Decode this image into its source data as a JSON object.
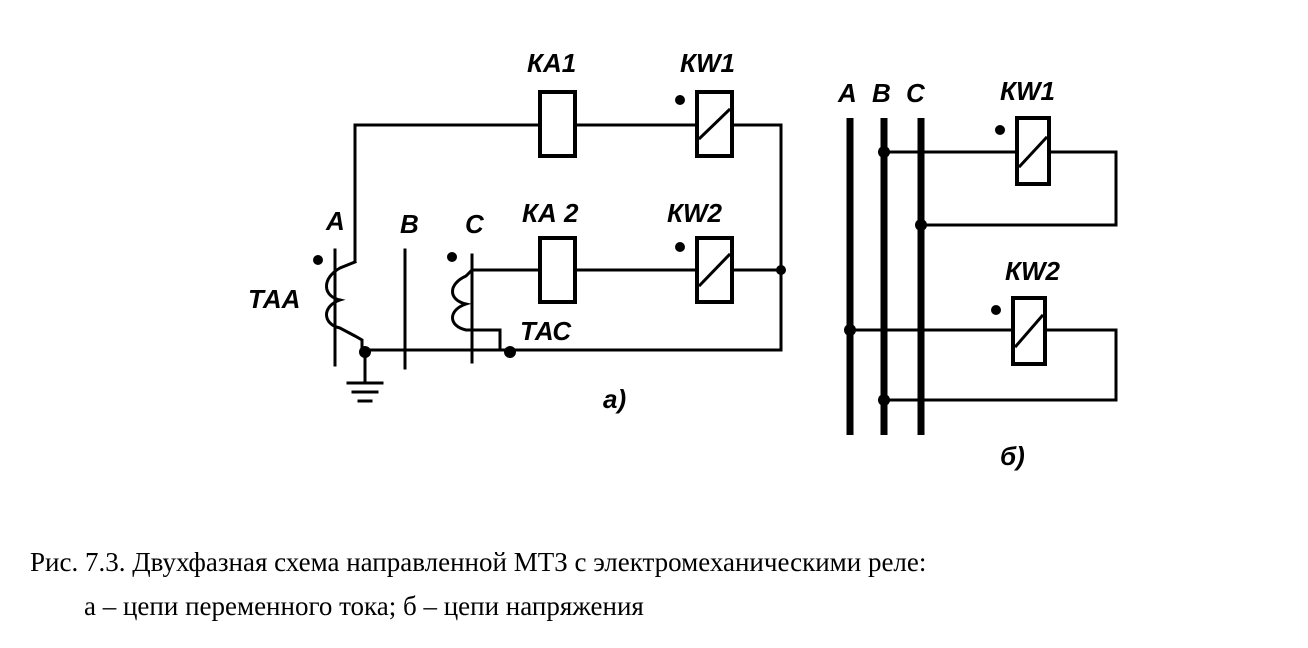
{
  "labels": {
    "ka1": "КА1",
    "kw1_a": "КW1",
    "ka2": "КА 2",
    "kw2_a": "КW2",
    "phase_a_a": "А",
    "phase_b_a": "В",
    "phase_c_a": "С",
    "taa": "ТАА",
    "tac": "ТАС",
    "part_a": "а)",
    "phase_a_b": "А",
    "phase_b_b": "В",
    "phase_c_b": "С",
    "kw1_b": "КW1",
    "kw2_b": "КW2",
    "part_b": "б)"
  },
  "caption": {
    "line1": "Рис. 7.3. Двухфазная схема направленной МТЗ с электромеханическими реле:",
    "line2": "а – цепи переменного тока; б – цепи напряжения"
  }
}
